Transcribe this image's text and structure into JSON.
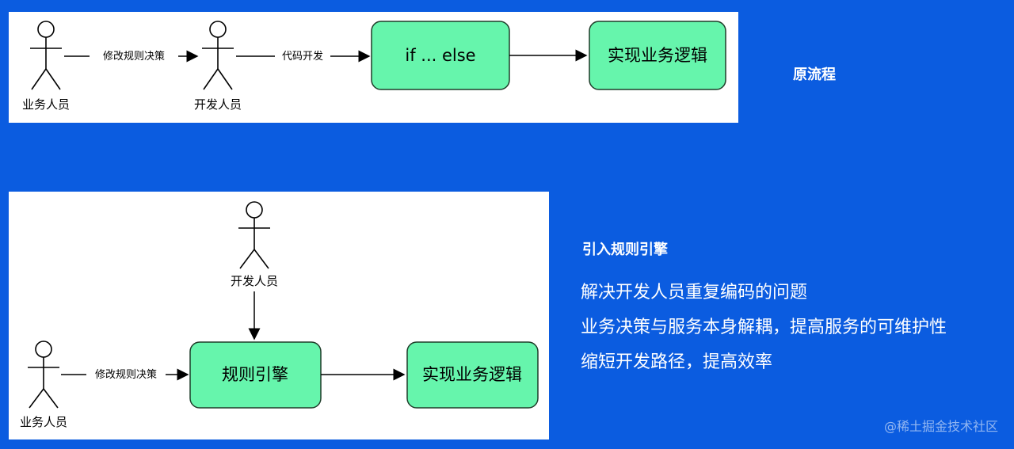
{
  "top_diagram": {
    "actor_business": "业务人员",
    "actor_developer": "开发人员",
    "edge_modify_rules": "修改规则决策",
    "edge_code_dev": "代码开发",
    "box_ifelse": "if ... else",
    "box_impl": "实现业务逻辑",
    "label": "原流程"
  },
  "bottom_diagram": {
    "actor_developer": "开发人员",
    "actor_business": "业务人员",
    "edge_modify_rules": "修改规则决策",
    "box_rule_engine": "规则引擎",
    "box_impl": "实现业务逻辑",
    "label": "引入规则引擎"
  },
  "bullets": [
    "解决开发人员重复编码的问题",
    "业务决策与服务本身解耦，提高服务的可维护性",
    "缩短开发路径，提高效率"
  ],
  "site_watermark": "@稀土掘金技术社区",
  "colors": {
    "background": "#0b5ce0",
    "box_fill": "#66f5ac",
    "box_stroke": "#1f3d2a"
  }
}
